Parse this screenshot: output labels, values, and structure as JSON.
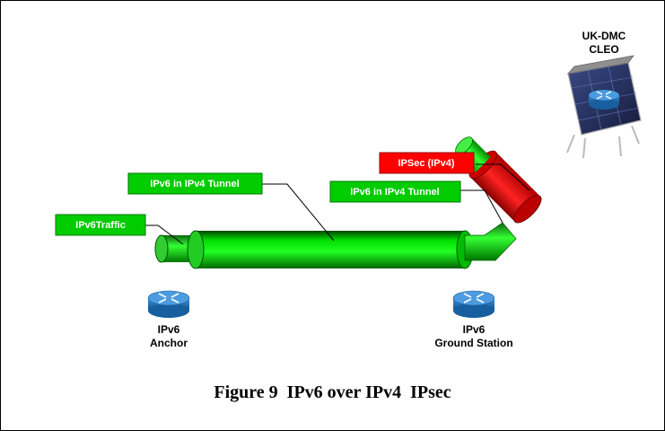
{
  "labels": {
    "traffic": "IPv6Traffic",
    "tunnel_main": "IPv6 in IPv4 Tunnel",
    "tunnel_right": "IPv6 in IPv4 Tunnel",
    "ipsec": "IPSec (IPv4)"
  },
  "nodes": {
    "anchor": {
      "line1": "IPv6",
      "line2": "Anchor"
    },
    "ground": {
      "line1": "IPv6",
      "line2": "Ground Station"
    },
    "satellite": {
      "line1": "UK-DMC",
      "line2": "CLEO"
    }
  },
  "caption": "Figure 9  IPv6 over IPv4  IPsec",
  "colors": {
    "tube_green": "#00ee00",
    "tube_dark": "#007700",
    "tube_red": "#ee0000",
    "label_green": "#00cc00",
    "label_red": "#ff0000",
    "router_blue": "#2a74b6"
  }
}
